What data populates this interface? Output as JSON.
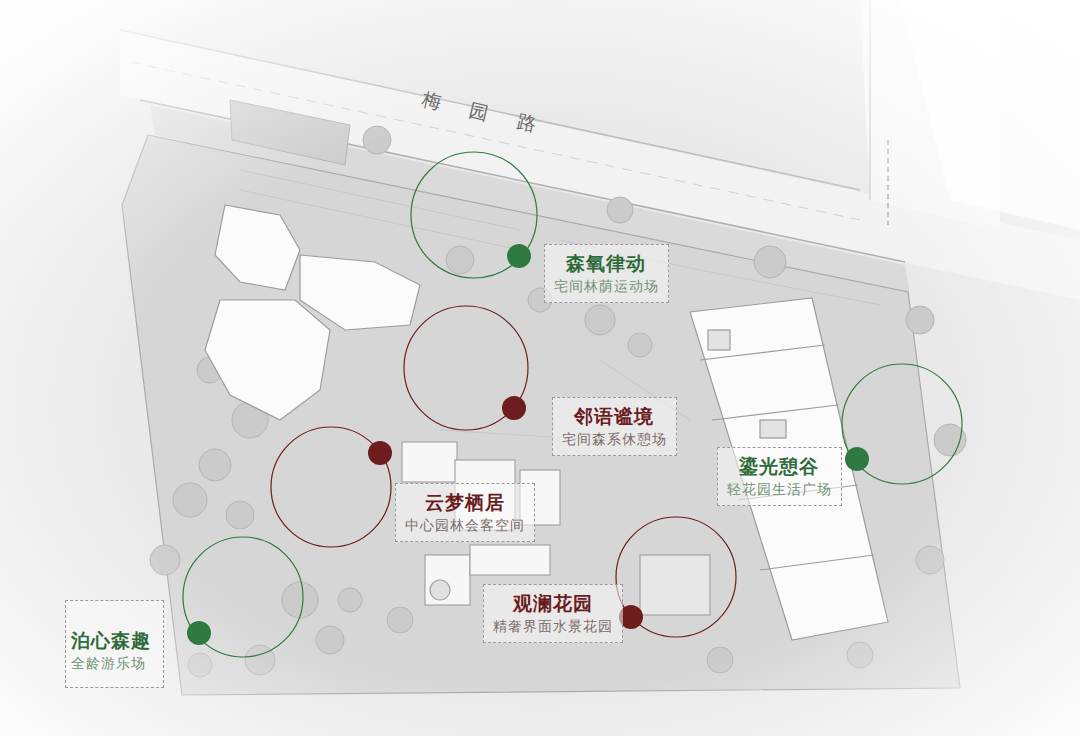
{
  "diagram": {
    "nodes": [
      {
        "text": [
          "森氧律动",
          "宅间林荫运动场"
        ]
      },
      {
        "text": [
          "邻语谧境",
          "宅间森系休憩场"
        ]
      },
      {
        "text": [
          "鎏光憩谷",
          "轻花园生活广场"
        ]
      },
      {
        "text": [
          "云梦栖居",
          "中心园林会客空间"
        ]
      },
      {
        "text": [
          "观澜花园",
          "精奢界面水景花园"
        ]
      },
      {
        "text": [
          "泊心森趣",
          "全龄游乐场"
        ]
      }
    ],
    "labels": [
      "梅园路"
    ]
  }
}
